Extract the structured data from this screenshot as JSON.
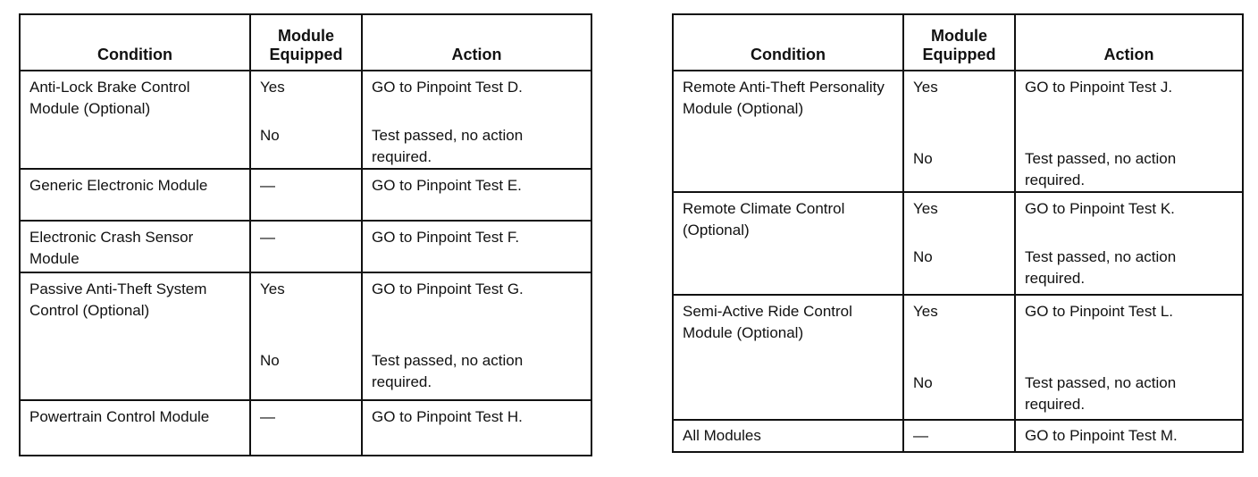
{
  "tables": [
    {
      "headers": {
        "condition": "Condition",
        "module": "Module Equipped",
        "action": "Action"
      },
      "rows": [
        {
          "condition": "Anti-Lock Brake Control Module (Optional)",
          "m1": "Yes",
          "a1": "GO to Pinpoint Test D.",
          "m2": "No",
          "a2": "Test passed, no action required."
        },
        {
          "condition": "Generic Electronic Module",
          "m1": "—",
          "a1": "GO to Pinpoint Test E."
        },
        {
          "condition": "Electronic Crash Sensor Module",
          "m1": "—",
          "a1": "GO to Pinpoint Test F."
        },
        {
          "condition": "Passive Anti-Theft System Control (Optional)",
          "m1": "Yes",
          "a1": "GO to Pinpoint Test G.",
          "m2": "No",
          "a2": "Test passed, no action required."
        },
        {
          "condition": "Powertrain Control Module",
          "m1": "—",
          "a1": "GO to Pinpoint Test H."
        }
      ]
    },
    {
      "headers": {
        "condition": "Condition",
        "module": "Module Equipped",
        "action": "Action"
      },
      "rows": [
        {
          "condition": "Remote Anti-Theft Personality Module (Optional)",
          "m1": "Yes",
          "a1": "GO to Pinpoint Test J.",
          "m2": "No",
          "a2": "Test passed, no action required."
        },
        {
          "condition": "Remote Climate Control (Optional)",
          "m1": "Yes",
          "a1": "GO to Pinpoint Test K.",
          "m2": "No",
          "a2": "Test passed, no action required."
        },
        {
          "condition": "Semi-Active Ride Control Module (Optional)",
          "m1": "Yes",
          "a1": "GO to Pinpoint Test L.",
          "m2": "No",
          "a2": "Test passed, no action required."
        },
        {
          "condition": "All Modules",
          "m1": "—",
          "a1": "GO to Pinpoint Test M."
        }
      ]
    }
  ]
}
